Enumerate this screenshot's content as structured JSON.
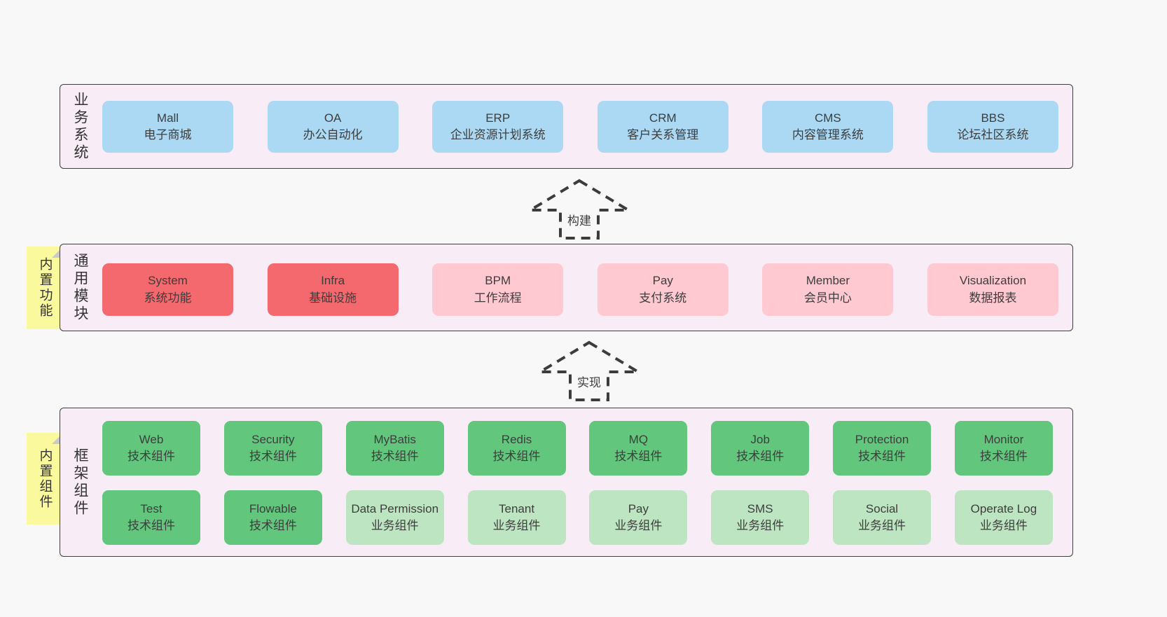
{
  "colors": {
    "page_bg": "#f8f8f8",
    "band_bg": "#f8edf6",
    "band_border": "#3f3f3f",
    "blue": "#abd8f2",
    "red": "#f4696e",
    "pink": "#ffc9d2",
    "green_dark": "#62c77d",
    "green_light": "#bee5c2",
    "sticky_bg": "#fbf99e",
    "text": "#3d3d3d"
  },
  "bands": {
    "business": {
      "label": "业务系统",
      "boxes": [
        {
          "title": "Mall",
          "subtitle": "电子商城"
        },
        {
          "title": "OA",
          "subtitle": "办公自动化"
        },
        {
          "title": "ERP",
          "subtitle": "企业资源计划系统"
        },
        {
          "title": "CRM",
          "subtitle": "客户关系管理"
        },
        {
          "title": "CMS",
          "subtitle": "内容管理系统"
        },
        {
          "title": "BBS",
          "subtitle": "论坛社区系统"
        }
      ]
    },
    "modules": {
      "label": "通用模块",
      "sticky": "内置功能",
      "boxes": [
        {
          "title": "System",
          "subtitle": "系统功能",
          "variant": "red"
        },
        {
          "title": "Infra",
          "subtitle": "基础设施",
          "variant": "red"
        },
        {
          "title": "BPM",
          "subtitle": "工作流程",
          "variant": "pink"
        },
        {
          "title": "Pay",
          "subtitle": "支付系统",
          "variant": "pink"
        },
        {
          "title": "Member",
          "subtitle": "会员中心",
          "variant": "pink"
        },
        {
          "title": "Visualization",
          "subtitle": "数据报表",
          "variant": "pink"
        }
      ]
    },
    "components": {
      "label": "框架组件",
      "sticky": "内置组件",
      "row1": [
        {
          "title": "Web",
          "subtitle": "技术组件",
          "variant": "green-dark"
        },
        {
          "title": "Security",
          "subtitle": "技术组件",
          "variant": "green-dark"
        },
        {
          "title": "MyBatis",
          "subtitle": "技术组件",
          "variant": "green-dark"
        },
        {
          "title": "Redis",
          "subtitle": "技术组件",
          "variant": "green-dark"
        },
        {
          "title": "MQ",
          "subtitle": "技术组件",
          "variant": "green-dark"
        },
        {
          "title": "Job",
          "subtitle": "技术组件",
          "variant": "green-dark"
        },
        {
          "title": "Protection",
          "subtitle": "技术组件",
          "variant": "green-dark"
        },
        {
          "title": "Monitor",
          "subtitle": "技术组件",
          "variant": "green-dark"
        }
      ],
      "row2": [
        {
          "title": "Test",
          "subtitle": "技术组件",
          "variant": "green-dark"
        },
        {
          "title": "Flowable",
          "subtitle": "技术组件",
          "variant": "green-dark"
        },
        {
          "title": "Data Permission",
          "subtitle": "业务组件",
          "variant": "green-light"
        },
        {
          "title": "Tenant",
          "subtitle": "业务组件",
          "variant": "green-light"
        },
        {
          "title": "Pay",
          "subtitle": "业务组件",
          "variant": "green-light"
        },
        {
          "title": "SMS",
          "subtitle": "业务组件",
          "variant": "green-light"
        },
        {
          "title": "Social",
          "subtitle": "业务组件",
          "variant": "green-light"
        },
        {
          "title": "Operate Log",
          "subtitle": "业务组件",
          "variant": "green-light"
        }
      ]
    }
  },
  "arrows": {
    "build": "构建",
    "implement": "实现"
  }
}
